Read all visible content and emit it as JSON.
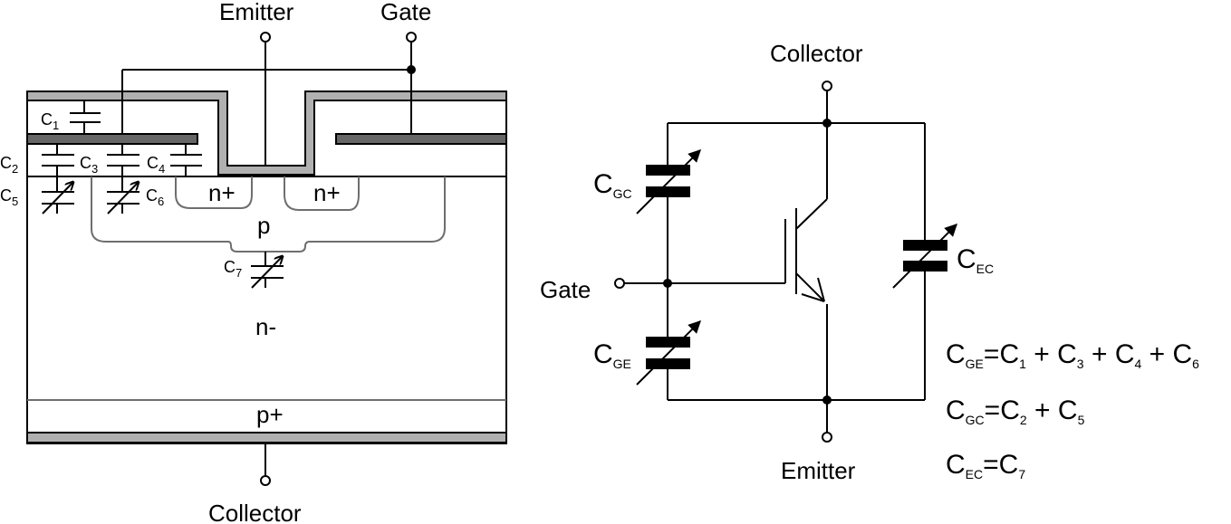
{
  "cross_section": {
    "terminals": {
      "emitter": "Emitter",
      "gate": "Gate",
      "collector": "Collector"
    },
    "regions": {
      "n_plus_left": "n+",
      "n_plus_right": "n+",
      "p": "p",
      "n_minus": "n-",
      "p_plus": "p+"
    },
    "capacitors": [
      {
        "base": "C",
        "sub": "1"
      },
      {
        "base": "C",
        "sub": "2"
      },
      {
        "base": "C",
        "sub": "3"
      },
      {
        "base": "C",
        "sub": "4"
      },
      {
        "base": "C",
        "sub": "5"
      },
      {
        "base": "C",
        "sub": "6"
      },
      {
        "base": "C",
        "sub": "7"
      }
    ],
    "colors": {
      "metal": "#b0b0b0",
      "gate_poly": "#666666",
      "junction": "#6e6e6e"
    }
  },
  "equivalent_circuit": {
    "terminals": {
      "collector": "Collector",
      "gate": "Gate",
      "emitter": "Emitter"
    },
    "capacitors": {
      "cgc": {
        "base": "C",
        "sub": "GC"
      },
      "cge": {
        "base": "C",
        "sub": "GE"
      },
      "cec": {
        "base": "C",
        "sub": "EC"
      }
    }
  },
  "equations": [
    {
      "lhs": {
        "base": "C",
        "sub": "GE"
      },
      "eq": "=",
      "terms": [
        {
          "base": "C",
          "sub": "1"
        },
        {
          "base": "C",
          "sub": "3"
        },
        {
          "base": "C",
          "sub": "4"
        },
        {
          "base": "C",
          "sub": "6"
        }
      ],
      "op": "+"
    },
    {
      "lhs": {
        "base": "C",
        "sub": "GC"
      },
      "eq": "=",
      "terms": [
        {
          "base": "C",
          "sub": "2"
        },
        {
          "base": "C",
          "sub": "5"
        }
      ],
      "op": "+"
    },
    {
      "lhs": {
        "base": "C",
        "sub": "EC"
      },
      "eq": "=",
      "terms": [
        {
          "base": "C",
          "sub": "7"
        }
      ],
      "op": "+"
    }
  ]
}
